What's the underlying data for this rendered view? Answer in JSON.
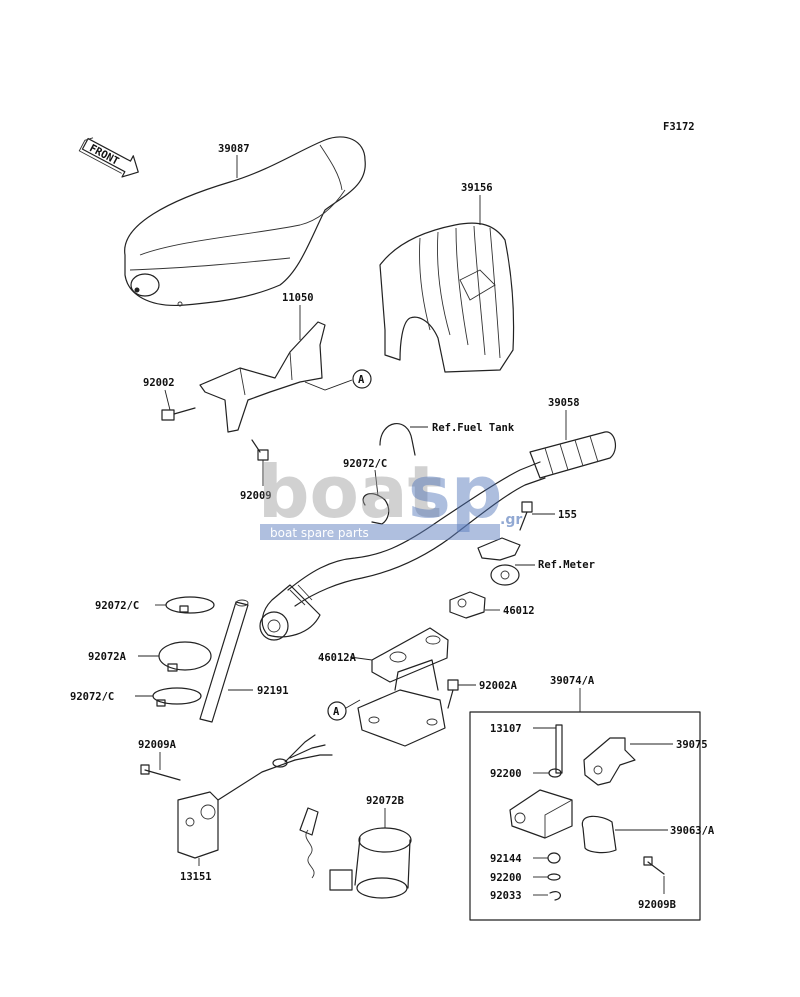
{
  "figure_code": "F3172",
  "front_arrow_label": "FRONT",
  "watermark": {
    "brand_left": "boat",
    "brand_right": "sp",
    "suffix": ".gr",
    "tagline": "boat spare parts"
  },
  "callout_marker": "A",
  "labels": [
    "39087",
    "39156",
    "11050",
    "92002",
    "Ref.Fuel Tank",
    "39058",
    "92072/C",
    "92009",
    "155",
    "Ref.Meter",
    "92072/C",
    "46012",
    "92072A",
    "46012A",
    "92002A",
    "92072/C",
    "92191",
    "39074/A",
    "13107",
    "39075",
    "92009A",
    "92200",
    "92072B",
    "39063/A",
    "92144",
    "92200",
    "92033",
    "92009B",
    "13151"
  ]
}
